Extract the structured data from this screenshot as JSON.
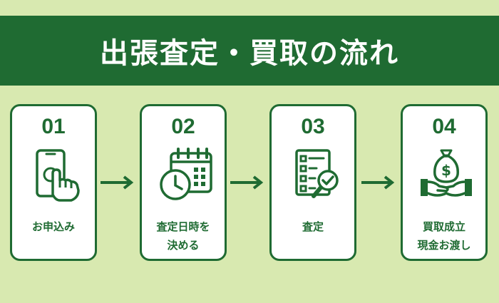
{
  "title": "出張査定・買取の流れ",
  "steps": [
    {
      "number": "01",
      "label_lines": [
        "お申込み"
      ],
      "icon": "tablet-touch-icon"
    },
    {
      "number": "02",
      "label_lines": [
        "査定日時を",
        "決める"
      ],
      "icon": "calendar-clock-icon"
    },
    {
      "number": "03",
      "label_lines": [
        "査定"
      ],
      "icon": "checklist-magnifier-icon"
    },
    {
      "number": "04",
      "label_lines": [
        "買取成立",
        "現金お渡し"
      ],
      "icon": "money-bag-hands-icon"
    }
  ],
  "colors": {
    "primary": "#1f6b32",
    "background": "#d8e9b0",
    "card": "#ffffff"
  }
}
